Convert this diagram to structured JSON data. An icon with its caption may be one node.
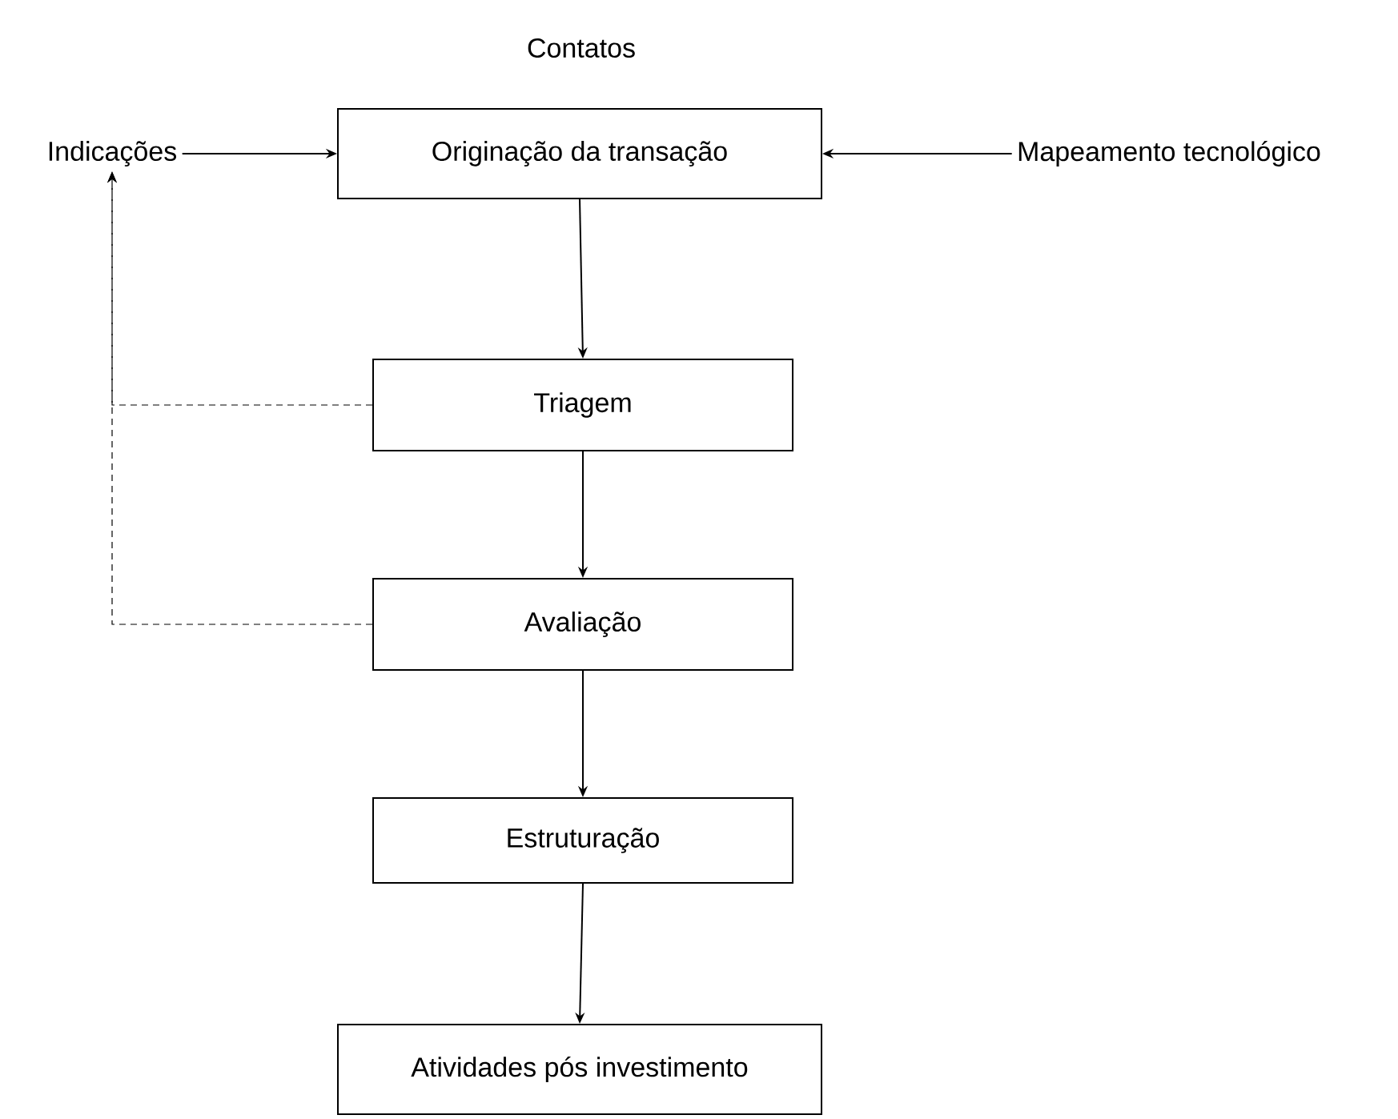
{
  "diagram": {
    "nodes": [
      {
        "text": [
          "Indicações"
        ]
      },
      {
        "text": [
          "Originação da transação"
        ]
      },
      {
        "text": [
          "Mapeamento tecnológico"
        ]
      },
      {
        "text": [
          "Triagem"
        ]
      },
      {
        "text": [
          "Avaliação"
        ]
      },
      {
        "text": [
          "Estruturação"
        ]
      },
      {
        "text": [
          "Atividades pós investimento"
        ]
      }
    ],
    "edges": [
      {
        "from": 0,
        "to": 1,
        "arrow": "to"
      },
      {
        "from": 2,
        "to": 1,
        "arrow": "to"
      },
      {
        "from": 1,
        "to": 3,
        "arrow": "to"
      },
      {
        "from": 3,
        "to": 4,
        "arrow": "to"
      },
      {
        "from": 4,
        "to": 5,
        "arrow": "to"
      },
      {
        "from": 5,
        "to": 6,
        "arrow": "to"
      },
      {
        "from": 3,
        "to": 0,
        "arrow": "to",
        "style": "dashed"
      },
      {
        "from": 4,
        "to": 0,
        "arrow": "to",
        "style": "dashed"
      }
    ],
    "labels": [
      "Contatos"
    ]
  }
}
